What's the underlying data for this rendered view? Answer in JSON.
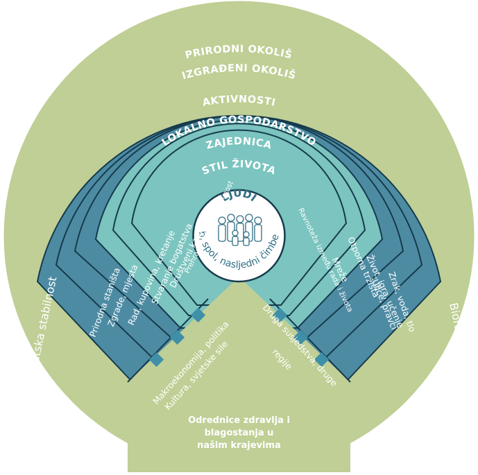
{
  "outer": {
    "title": "GLOBALNI EKOSUSTAV",
    "left_label": "Klimatska stabilnost",
    "right_label": "Bioraznolikost",
    "bottom_label": [
      "Odrednice zdravlja i",
      "blagostanja u",
      "našim krajevima"
    ]
  },
  "bands": [
    {
      "title": "PRIRODNI OKOLIŠ",
      "left": "Prirodna staništa",
      "right": "Zrak, voda, tlo"
    },
    {
      "title": "IZGRAĐENI OKOLIŠ",
      "left": "Zgrade, mjesta",
      "right": "Ulice, pravci"
    },
    {
      "title": "AKTIVNOSTI",
      "left": "Rad, kupovina, kretanje",
      "right": "Život, igra, učenje"
    },
    {
      "title": "LOKALNO GOSPODARSTVO",
      "left": "Stvaranje bogatstva",
      "right": "Otporna tržišta"
    },
    {
      "title": "ZAJEDNICA",
      "left": "Društveni kapital",
      "right": "Mreže"
    },
    {
      "title": "STIL ŽIVOTA",
      "left": "Prehrana, tjelesna aktivnost",
      "right": "Ravnoteža između rada i života"
    }
  ],
  "center": {
    "title": "LJUDI",
    "label": "Dob, spol, nasljedni čimbenici",
    "icon": "people-group-icon"
  },
  "legs": {
    "left": [
      "Makroekonomija, politika",
      "Kultura, svjetske sile"
    ],
    "right": [
      "Druga susjedstva, druge",
      "regije"
    ]
  },
  "colors": {
    "outer_ring": "#bfcf95",
    "dark_band": "#4d8ba3",
    "light_band": "#7bc4bf",
    "border": "#163a4c",
    "center_fill": "#ffffff",
    "text_blue": "#2f6f84"
  }
}
